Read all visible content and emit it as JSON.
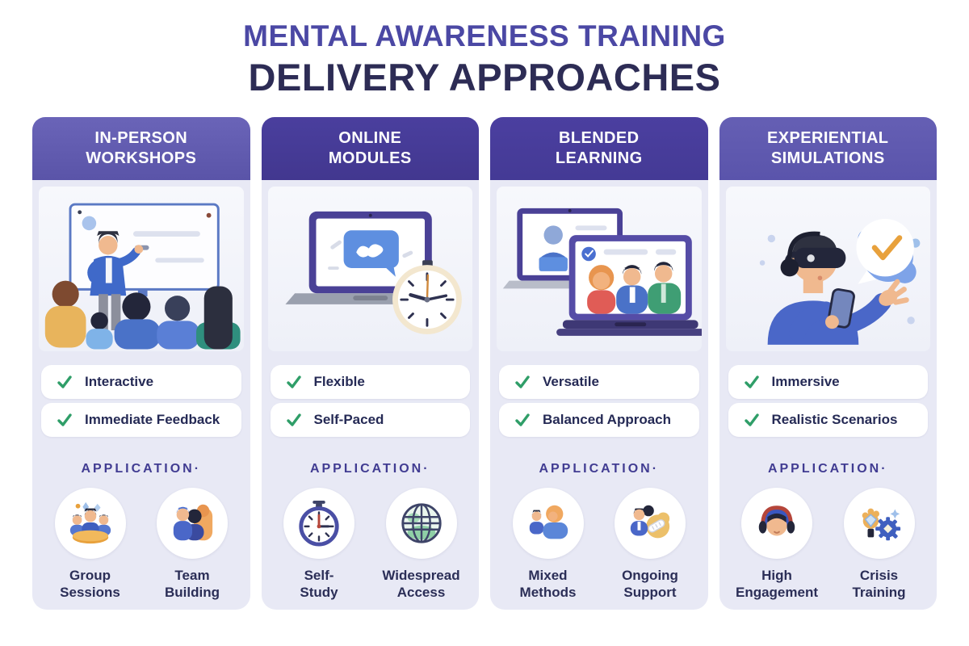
{
  "title": {
    "line1": "MENTAL AWARENESS TRAINING",
    "line2": "DELIVERY APPROACHES"
  },
  "colors": {
    "title_primary": "#4b48a4",
    "title_secondary": "#2d2c55",
    "header_medium_purple": "#5e58ae",
    "header_dark_indigo": "#463a99",
    "card_background": "#e8e9f5",
    "check_green": "#2f9e68",
    "application_heading": "#413c92"
  },
  "cards": [
    {
      "title_line1": "IN-PERSON",
      "title_line2": "WORKSHOPS",
      "illustration": "presenter-whiteboard-audience-illustration",
      "features": [
        "Interactive",
        "Immediate Feedback"
      ],
      "application_label": "APPLICATION·",
      "applications": [
        {
          "icon": "group-sessions-icon",
          "label_line1": "Group",
          "label_line2": "Sessions"
        },
        {
          "icon": "team-building-icon",
          "label_line1": "Team",
          "label_line2": "Building"
        }
      ]
    },
    {
      "title_line1": "ONLINE",
      "title_line2": "MODULES",
      "illustration": "laptop-chat-clock-illustration",
      "features": [
        "Flexible",
        "Self-Paced"
      ],
      "application_label": "APPLICATION·",
      "applications": [
        {
          "icon": "stopwatch-icon",
          "label_line1": "Self-",
          "label_line2": "Study"
        },
        {
          "icon": "globe-icon",
          "label_line1": "Widespread",
          "label_line2": "Access"
        }
      ]
    },
    {
      "title_line1": "BLENDED",
      "title_line2": "LEARNING",
      "illustration": "two-laptops-video-call-illustration",
      "features": [
        "Versatile",
        "Balanced Approach"
      ],
      "application_label": "APPLICATION·",
      "applications": [
        {
          "icon": "mixed-methods-people-icon",
          "label_line1": "Mixed",
          "label_line2": "Methods"
        },
        {
          "icon": "ongoing-support-icon",
          "label_line1": "Ongoing",
          "label_line2": "Support"
        }
      ]
    },
    {
      "title_line1": "EXPERIENTIAL",
      "title_line2": "SIMULATIONS",
      "illustration": "vr-headset-person-illustration",
      "features": [
        "Immersive",
        "Realistic Scenarios"
      ],
      "application_label": "APPLICATION·",
      "applications": [
        {
          "icon": "headphones-engagement-icon",
          "label_line1": "High",
          "label_line2": "Engagement"
        },
        {
          "icon": "gear-hand-crisis-icon",
          "label_line1": "Crisis",
          "label_line2": "Training"
        }
      ]
    }
  ]
}
